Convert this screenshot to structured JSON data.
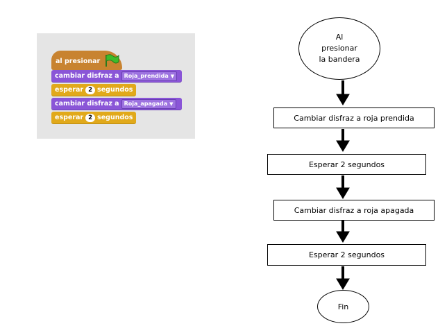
{
  "scratch": {
    "hat_label": "al presionar",
    "blocks": [
      {
        "text": "cambiar disfraz a",
        "value": "Roja_prendida"
      },
      {
        "text": "esperar",
        "value": "2",
        "suffix": "segundos"
      },
      {
        "text": "cambiar disfraz a",
        "value": "Roja_apagada"
      },
      {
        "text": "esperar",
        "value": "2",
        "suffix": "segundos"
      }
    ],
    "colors": {
      "hat": "#c88330",
      "looks": "#8a55d7",
      "control": "#e1a91a",
      "flag": "#3dbb2a"
    },
    "icon": "green-flag-icon"
  },
  "flowchart": {
    "start": {
      "line1": "Al",
      "line2": "presionar",
      "line3": "la bandera"
    },
    "steps": [
      "Cambiar disfraz a roja prendida",
      "Esperar 2 segundos",
      "Cambiar disfraz a roja apagada",
      "Esperar 2 segundos"
    ],
    "end": "Fin"
  }
}
